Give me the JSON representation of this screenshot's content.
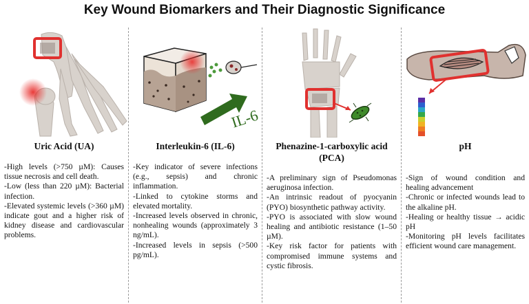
{
  "title": "Key Wound Biomarkers and Their Diagnostic Significance",
  "panels": [
    {
      "heading": "Uric Acid (UA)",
      "points": [
        "-High levels (>750 µM): Causes tissue necrosis and cell death.",
        "-Low (less than 220 µM): Bacterial infection.",
        "-Elevated systemic levels (>360 µM) indicate gout and a higher risk of kidney disease and cardiovascular problems."
      ]
    },
    {
      "heading": "Interleukin-6 (IL-6)",
      "illustration_label": "IL-6",
      "points": [
        "-Key indicator of severe infections (e.g., sepsis) and chronic inflammation.",
        "-Linked to cytokine storms and elevated mortality.",
        "-Increased levels observed in chronic, nonhealing wounds (approximately 3 ng/mL).",
        "-Increased levels in sepsis (>500 pg/mL)."
      ]
    },
    {
      "heading": "Phenazine-1-carboxylic acid (PCA)",
      "points": [
        "-A preliminary sign of Pseudomonas aeruginosa infection.",
        "-An intrinsic readout of pyocyanin (PYO) biosynthetic pathway activity.",
        "-PYO is associated with slow wound healing and antibiotic resistance (1–50 µM).",
        "-Key risk factor for patients with compromised immune systems and cystic fibrosis."
      ]
    },
    {
      "heading": "pH",
      "points": [
        "-Sign of wound condition and healing advancement",
        "-Chronic or infected wounds lead to the alkaline pH.",
        "-Healing or healthy tissue → acidic pH",
        "-Monitoring pH levels facilitates efficient wound care management."
      ]
    }
  ],
  "colors": {
    "bone": "#d8d2cc",
    "bone_outline": "#b9b1aa",
    "highlight_red": "#e0312f",
    "arrow_green": "#2f6b1e",
    "skin": "#c7b5ab",
    "ph_scale": [
      "#5b2ea6",
      "#2d5fcf",
      "#2aa6c8",
      "#34a84a",
      "#c9cf2e",
      "#f0b323",
      "#ef7d22",
      "#e4502a"
    ]
  }
}
